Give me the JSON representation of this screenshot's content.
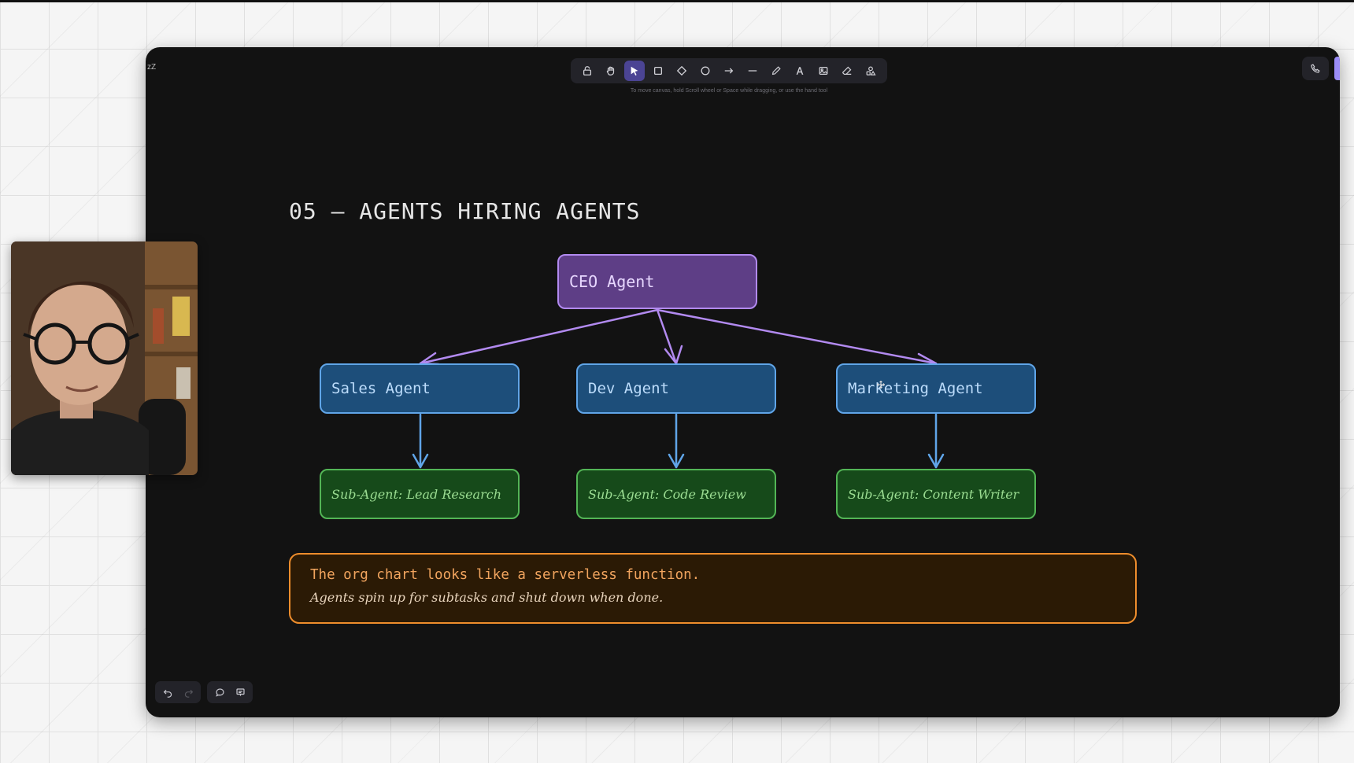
{
  "app": {
    "corner_text": "zZ",
    "canvas_hint": "To move canvas, hold Scroll wheel or Space while dragging, or use the hand tool"
  },
  "toolbar": {
    "tools": [
      {
        "name": "lock",
        "icon": "lock-icon"
      },
      {
        "name": "hand",
        "icon": "hand-icon"
      },
      {
        "name": "selection",
        "icon": "cursor-icon",
        "active": true
      },
      {
        "name": "rectangle",
        "icon": "square-icon"
      },
      {
        "name": "diamond",
        "icon": "diamond-icon"
      },
      {
        "name": "ellipse",
        "icon": "circle-icon"
      },
      {
        "name": "arrow",
        "icon": "arrow-icon"
      },
      {
        "name": "line",
        "icon": "line-icon"
      },
      {
        "name": "draw",
        "icon": "pencil-icon"
      },
      {
        "name": "text",
        "icon": "text-icon"
      },
      {
        "name": "image",
        "icon": "image-icon"
      },
      {
        "name": "eraser",
        "icon": "eraser-icon"
      },
      {
        "name": "more-tools",
        "icon": "shapes-icon"
      }
    ]
  },
  "header_actions": {
    "call_icon": "phone-icon"
  },
  "slide": {
    "title": "05 — AGENTS HIRING AGENTS",
    "ceo": "CEO Agent",
    "agents": [
      "Sales Agent",
      "Dev Agent",
      "Marketing Agent"
    ],
    "subagents": [
      "Sub-Agent: Lead Research",
      "Sub-Agent: Code Review",
      "Sub-Agent: Content Writer"
    ],
    "note": {
      "line1": "The org chart looks like a serverless function.",
      "line2": "Agents spin up for subtasks and shut down when done."
    }
  },
  "bottom_bar": {
    "icons": [
      "undo-icon",
      "redo-icon",
      "comment-icon",
      "presentation-icon"
    ]
  },
  "colors": {
    "ceo_fill": "#5e3e86",
    "ceo_stroke": "#b28af0",
    "agent_fill": "#1d4e7a",
    "agent_stroke": "#60a5e8",
    "sub_fill": "#164a1a",
    "sub_stroke": "#53b556",
    "note_fill": "#2b1a05",
    "note_stroke": "#ee8d2c",
    "toolbar_active": "#4b4494"
  }
}
